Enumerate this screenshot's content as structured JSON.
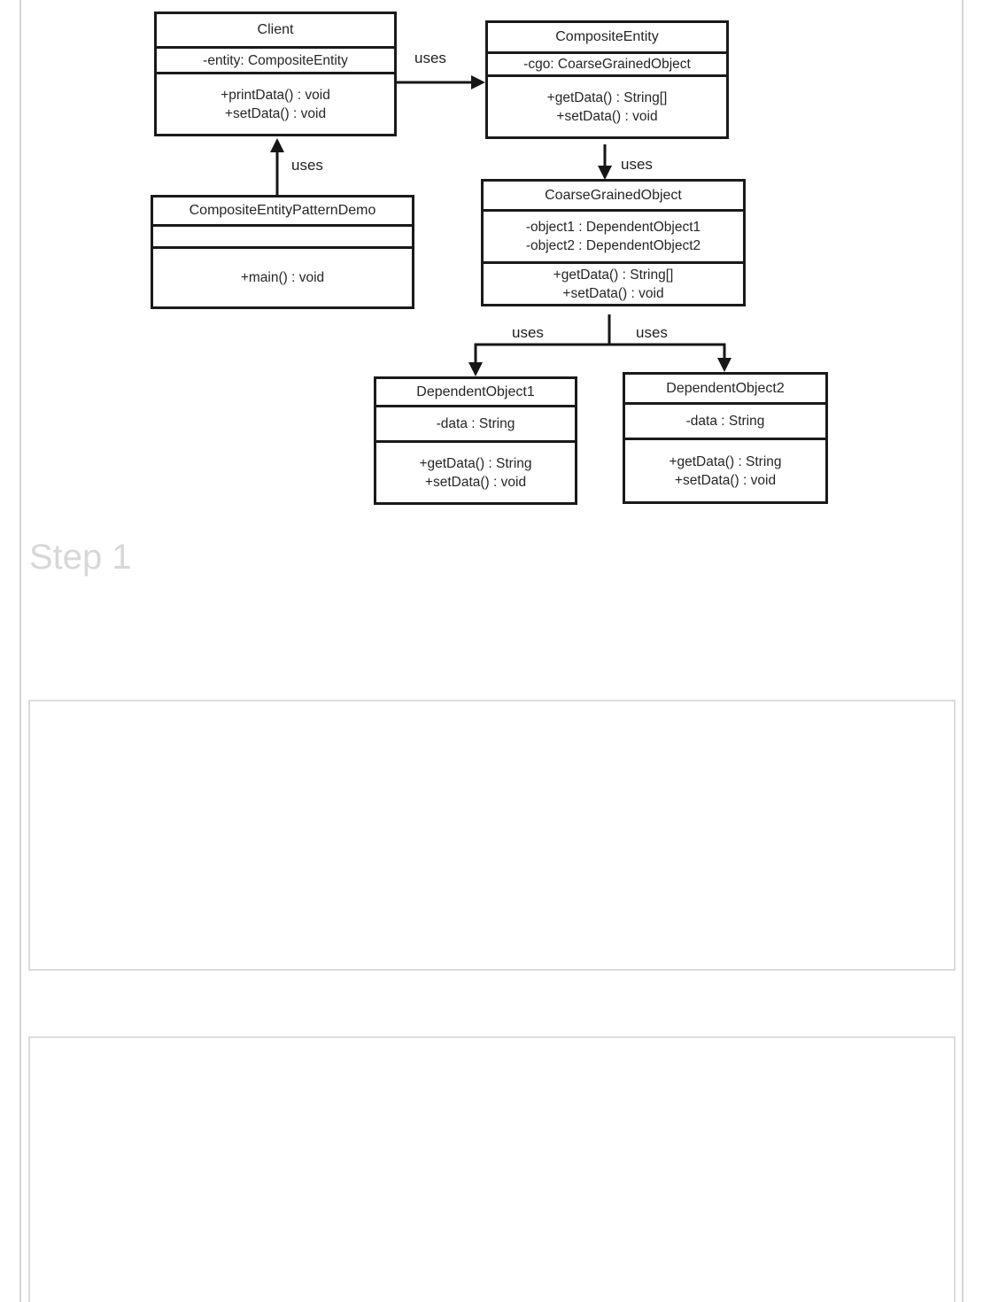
{
  "page": {
    "step_heading": "Step 1"
  },
  "diagram": {
    "classes": [
      {
        "name": "Client",
        "attributes": [
          "-entity: CompositeEntity"
        ],
        "methods": [
          "+printData() : void",
          "+setData() : void"
        ]
      },
      {
        "name": "CompositeEntity",
        "attributes": [
          "-cgo: CoarseGrainedObject"
        ],
        "methods": [
          "+getData() : String[]",
          "+setData() : void"
        ]
      },
      {
        "name": "CompositeEntityPatternDemo",
        "attributes": [],
        "methods": [
          "+main() : void"
        ]
      },
      {
        "name": "CoarseGrainedObject",
        "attributes": [
          "-object1 : DependentObject1",
          "-object2 : DependentObject2"
        ],
        "methods": [
          "+getData() : String[]",
          "+setData() : void"
        ]
      },
      {
        "name": "DependentObject1",
        "attributes": [
          "-data : String"
        ],
        "methods": [
          "+getData() : String",
          "+setData() : void"
        ]
      },
      {
        "name": "DependentObject2",
        "attributes": [
          "-data : String"
        ],
        "methods": [
          "+getData() : String",
          "+setData() : void"
        ]
      }
    ],
    "relationships": [
      {
        "from": "Client",
        "to": "CompositeEntity",
        "label": "uses"
      },
      {
        "from": "CompositeEntityPatternDemo",
        "to": "Client",
        "label": "uses"
      },
      {
        "from": "CompositeEntity",
        "to": "CoarseGrainedObject",
        "label": "uses"
      },
      {
        "from": "CoarseGrainedObject",
        "to": "DependentObject1",
        "label": "uses"
      },
      {
        "from": "CoarseGrainedObject",
        "to": "DependentObject2",
        "label": "uses"
      }
    ]
  },
  "colors": {
    "class_border": "#1a1a1a",
    "class_text": "#262626",
    "arrow": "#161616",
    "page_rule": "#d5d5d5",
    "placeholder_border": "#dcdcdc",
    "step_heading_text": "#d7d7d7"
  }
}
